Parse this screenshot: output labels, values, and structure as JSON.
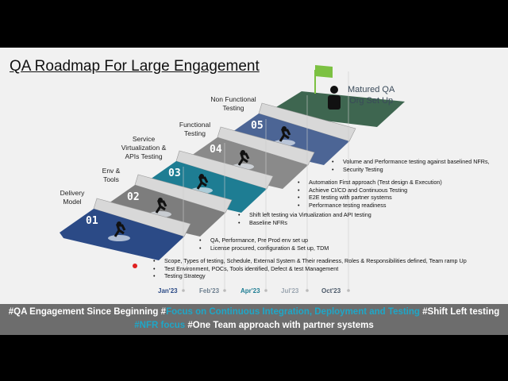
{
  "title": "QA Roadmap For Large Engagement",
  "steps": [
    {
      "num": "01",
      "label": "Delivery Model",
      "color": "#2b4a86"
    },
    {
      "num": "02",
      "label": "Env & Tools",
      "color": "#7d7d7d"
    },
    {
      "num": "03",
      "label": "Service Virtualization & APIs Testing",
      "color": "#1e7d93"
    },
    {
      "num": "04",
      "label": "Functional Testing",
      "color": "#8a8a8a"
    },
    {
      "num": "05",
      "label": "Non Functional Testing",
      "color": "#4c6595"
    }
  ],
  "goal": {
    "line1": "Matured QA",
    "line2": "Org Set Up",
    "color": "#3e6650",
    "flag_color": "#7cc142"
  },
  "bullets": {
    "nfr": [
      "Volume and Performance testing against baselined NFRs,",
      "Security Testing"
    ],
    "functional": [
      "Automation First approach (Test design & Execution)",
      "Achieve CI/CD and Continuous Testing",
      "E2E testing with partner systems",
      "Performance testing readiness"
    ],
    "virtualization": [
      "Shift left testing via Virtualization and API testing",
      "Baseline NFRs"
    ],
    "env": [
      "QA, Performance, Pre Prod env set up",
      "License procured, configuration & Set up, TDM"
    ],
    "delivery": [
      "Scope, Types of testing, Schedule, External System & Their readiness, Roles & Responsibilities defined, Team ramp Up",
      "Test Environment, POCs, Tools identified, Defect & test Management",
      "Testing Strategy"
    ]
  },
  "months": [
    {
      "label": "Jan'23",
      "color": "#2b4a86"
    },
    {
      "label": "Feb'23",
      "color": "#6d7f8f"
    },
    {
      "label": "Apr'23",
      "color": "#1e7d93"
    },
    {
      "label": "Jul'23",
      "color": "#9aa5b0"
    },
    {
      "label": "Oct'23",
      "color": "#4c5a6a"
    }
  ],
  "banner": {
    "p1": "#QA Engagement Since Beginning #",
    "p2": "Focus on Continuous Integration, Deployment and Testing",
    "p3": " #Shift Left testing ",
    "p4": "#NFR focus",
    "p5": " #One Team approach with partner systems"
  }
}
